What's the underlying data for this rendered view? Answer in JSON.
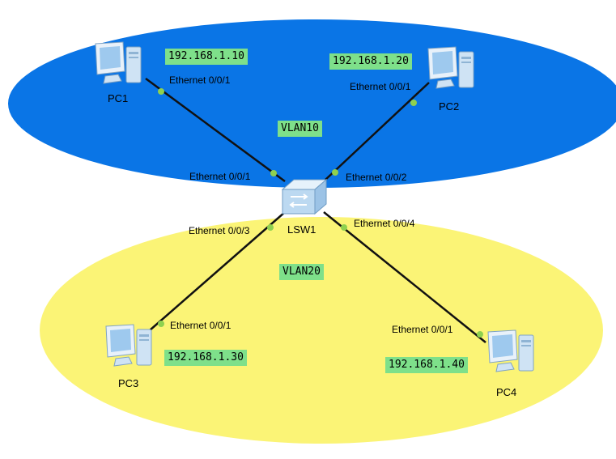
{
  "colors": {
    "vlan10_fill": "#0a75e6",
    "vlan20_fill": "#fbf476",
    "link": "#111111",
    "port_dot": "#8fd14f",
    "tag_fill": "#7ee08a"
  },
  "vlans": [
    {
      "id": "vlan10",
      "label": "VLAN10"
    },
    {
      "id": "vlan20",
      "label": "VLAN20"
    }
  ],
  "switch": {
    "name": "LSW1",
    "icon": "switch-icon"
  },
  "pcs": [
    {
      "name": "PC1",
      "ip": "192.168.1.10",
      "pc_port": "Ethernet 0/0/1",
      "switch_port": "Ethernet 0/0/1",
      "icon": "pc-icon"
    },
    {
      "name": "PC2",
      "ip": "192.168.1.20",
      "pc_port": "Ethernet 0/0/1",
      "switch_port": "Ethernet 0/0/2",
      "icon": "pc-icon"
    },
    {
      "name": "PC3",
      "ip": "192.168.1.30",
      "pc_port": "Ethernet 0/0/1",
      "switch_port": "Ethernet 0/0/3",
      "icon": "pc-icon"
    },
    {
      "name": "PC4",
      "ip": "192.168.1.40",
      "pc_port": "Ethernet 0/0/1",
      "switch_port": "Ethernet 0/0/4",
      "icon": "pc-icon"
    }
  ]
}
